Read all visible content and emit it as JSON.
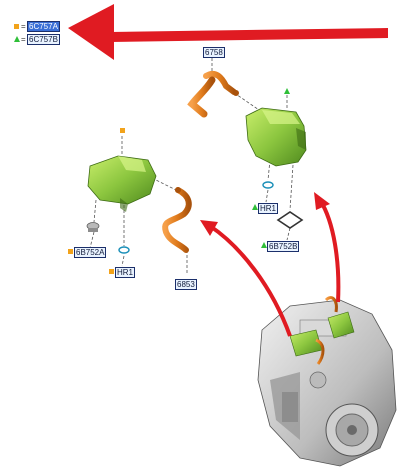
{
  "legend": {
    "square_code": "6C757A",
    "triangle_code": "6C757B",
    "equals": "="
  },
  "parts": {
    "p6758": "6758",
    "p6853": "6853",
    "p6B752A": "6B752A",
    "p6B752B": "6B752B",
    "pHR1_left": "HR1",
    "pHR1_right": "HR1"
  },
  "colors": {
    "arrow": "#e01b22",
    "separator": "#8cc63f",
    "hose": "#e07b1c",
    "callout_border": "#1b2f6b",
    "callout_fill": "#e9f3ff",
    "highlight": "#3a6fd6",
    "square_marker": "#f2a31b",
    "triangle_marker": "#2fbf38"
  }
}
